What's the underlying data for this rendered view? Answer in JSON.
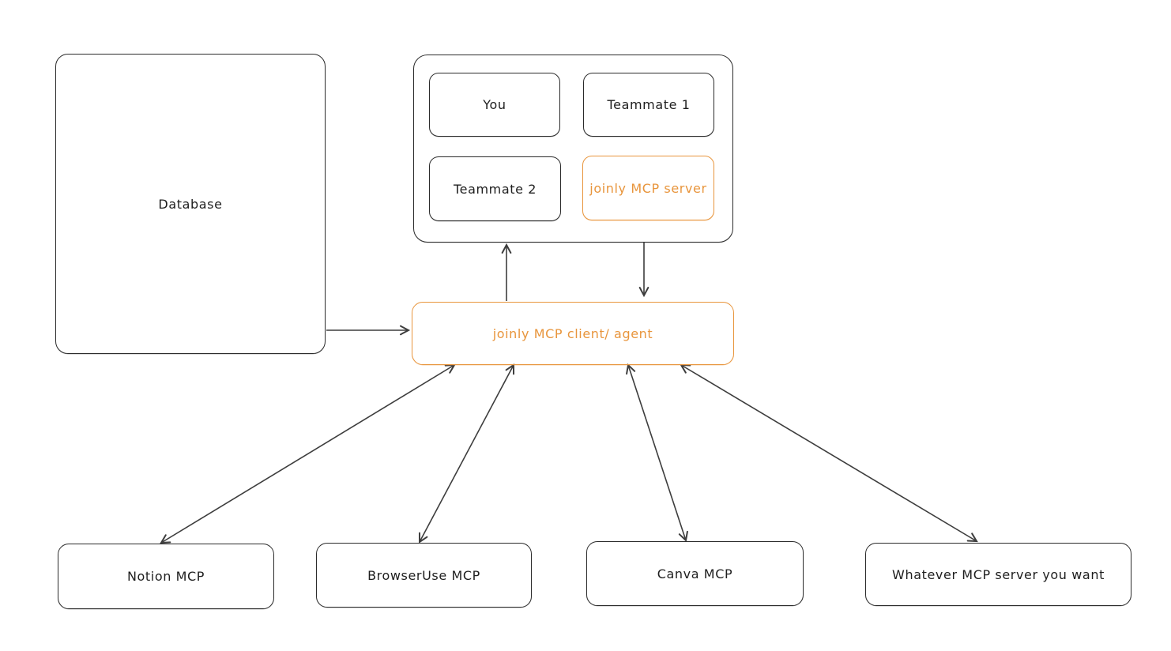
{
  "diagram": {
    "colors": {
      "accent": "#e8953c",
      "stroke": "#2b2b2b",
      "arrow": "#3d3d3d",
      "background": "#ffffff"
    },
    "nodes": {
      "database": {
        "label": "Database"
      },
      "you": {
        "label": "You"
      },
      "teammate1": {
        "label": "Teammate 1"
      },
      "teammate2": {
        "label": "Teammate 2"
      },
      "joinly_server": {
        "label": "joinly MCP server",
        "accent": true
      },
      "client": {
        "label": "joinly MCP client/ agent",
        "accent": true
      },
      "notion": {
        "label": "Notion MCP"
      },
      "browseruse": {
        "label": "BrowserUse MCP"
      },
      "canva": {
        "label": "Canva MCP"
      },
      "whatever": {
        "label": "Whatever MCP server you want"
      }
    },
    "edges": [
      {
        "from": "database",
        "to": "client",
        "arrows": "end"
      },
      {
        "from": "client",
        "to": "meeting-group",
        "arrows": "end"
      },
      {
        "from": "meeting-group",
        "to": "client",
        "arrows": "end"
      },
      {
        "from": "client",
        "to": "notion",
        "arrows": "both"
      },
      {
        "from": "client",
        "to": "browseruse",
        "arrows": "both"
      },
      {
        "from": "client",
        "to": "canva",
        "arrows": "both"
      },
      {
        "from": "client",
        "to": "whatever",
        "arrows": "both"
      }
    ]
  }
}
